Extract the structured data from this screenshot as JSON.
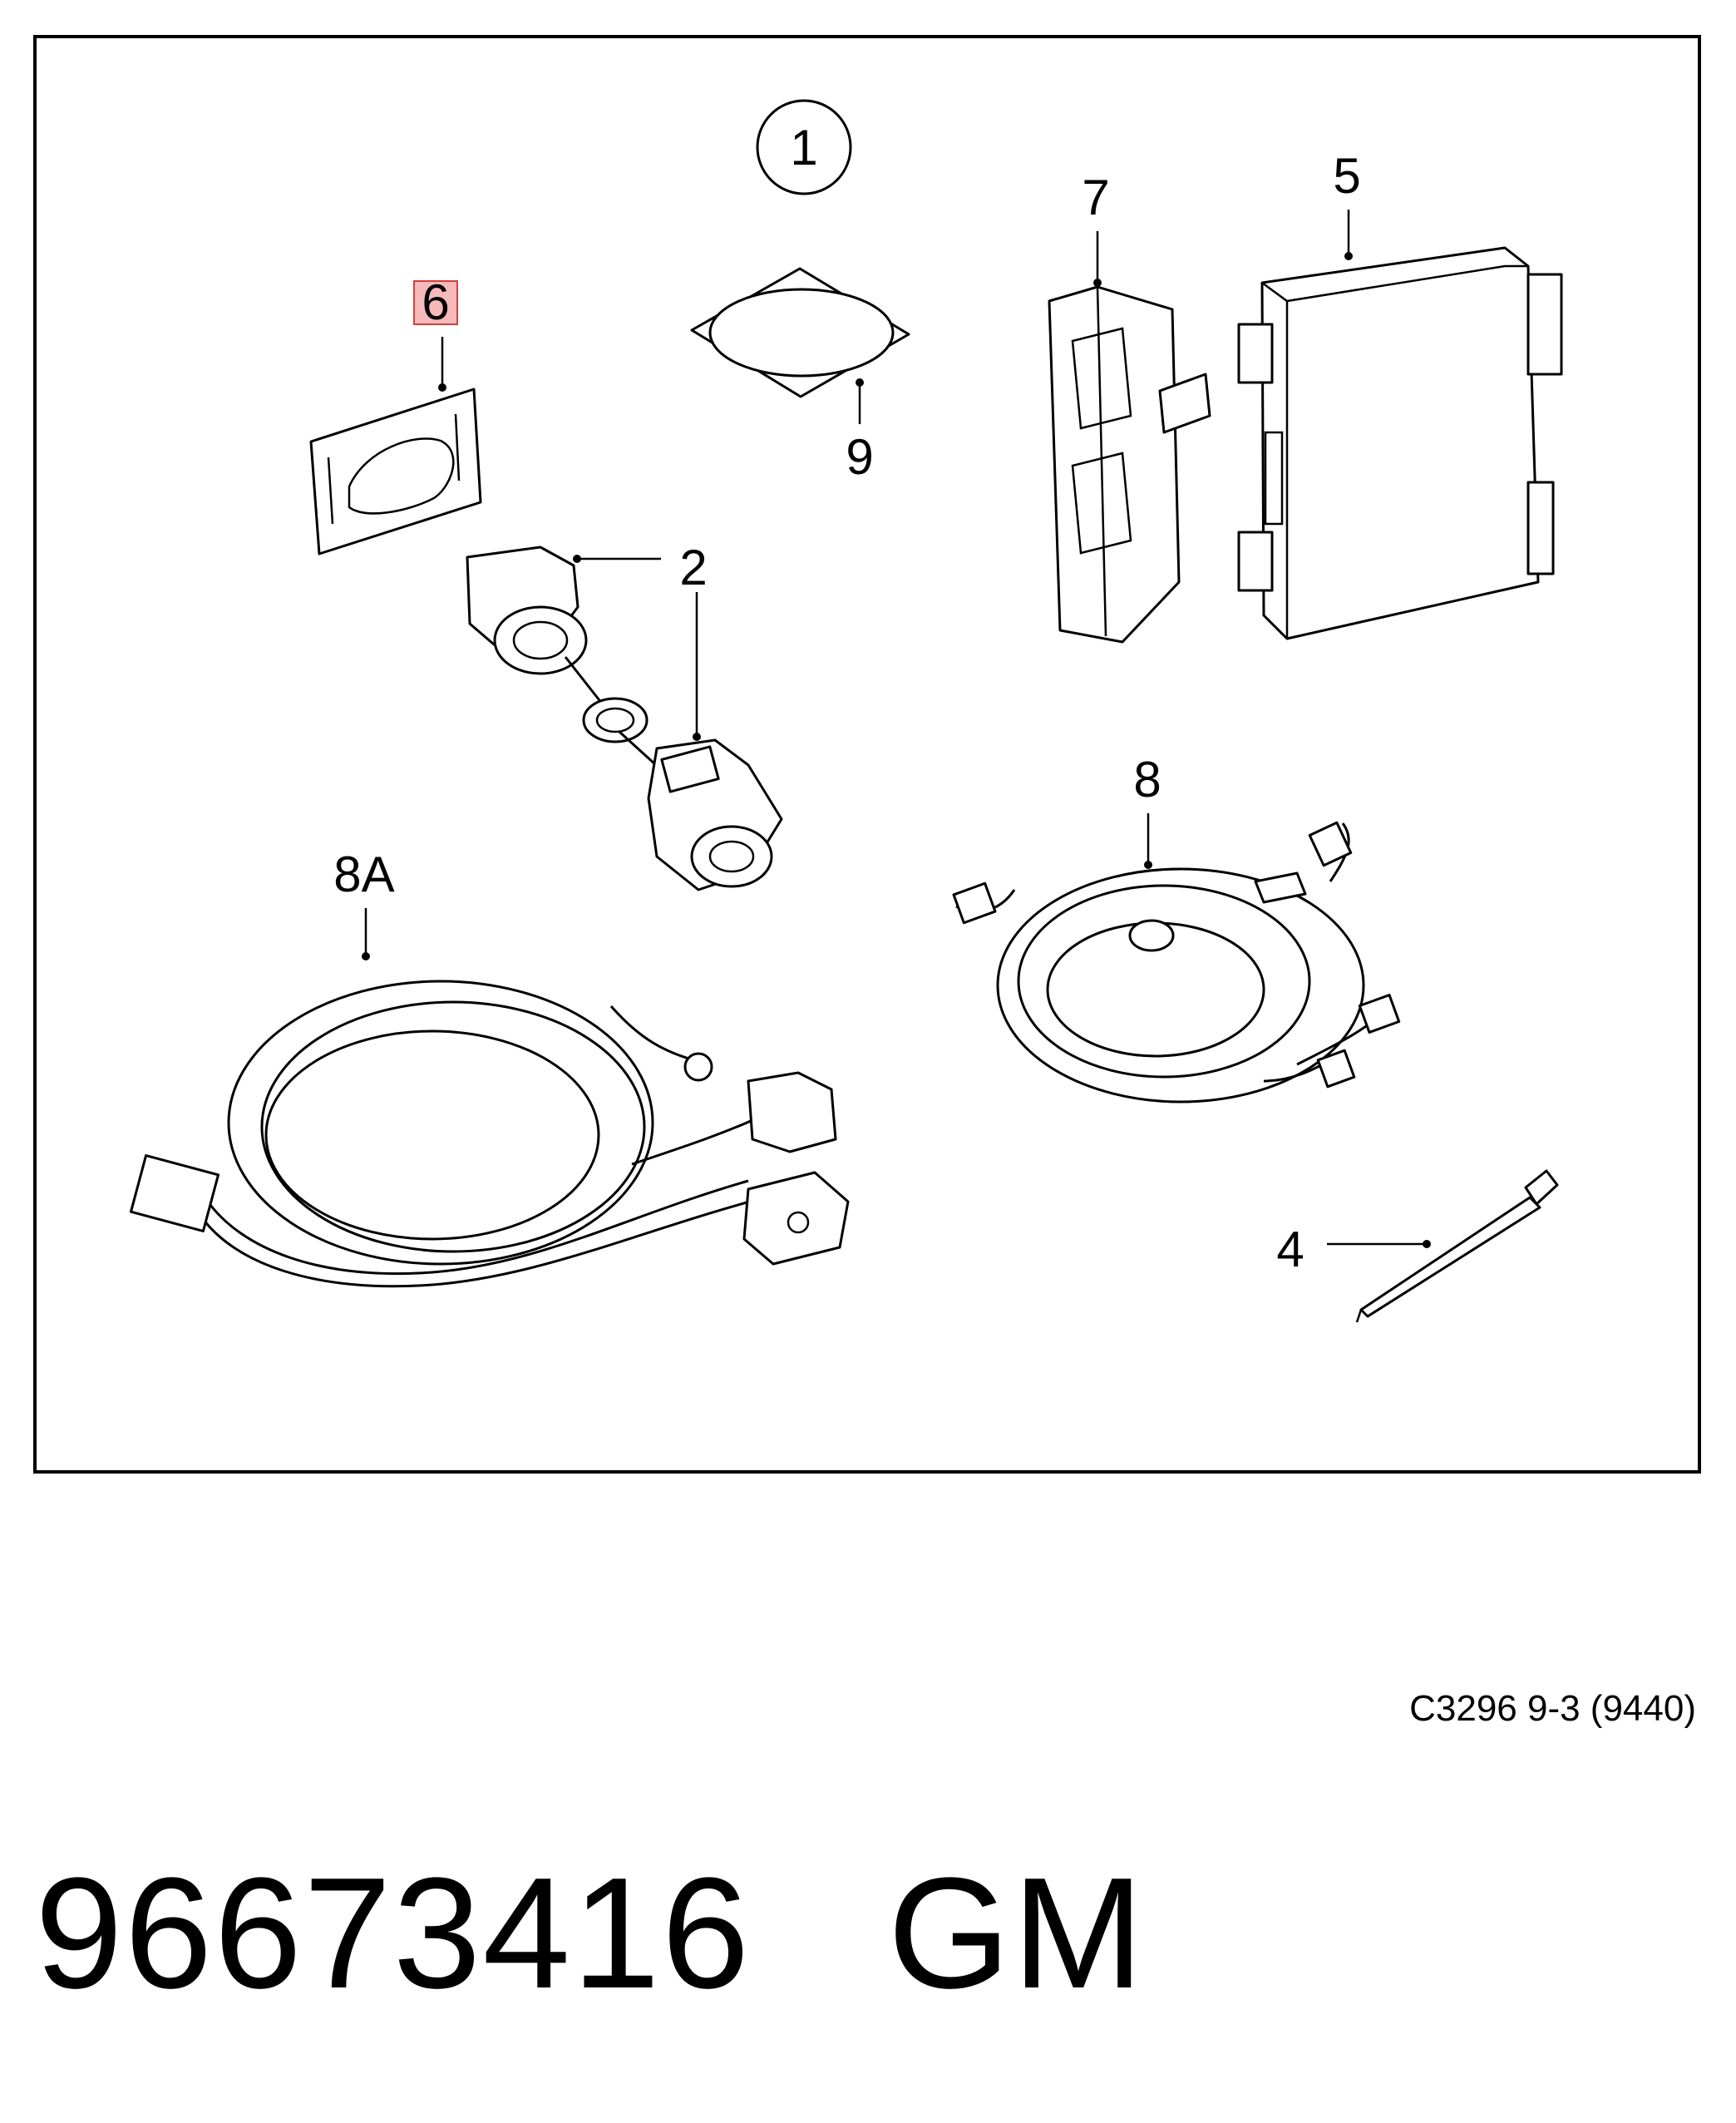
{
  "callouts": {
    "c1": "1",
    "c2": "2",
    "c4": "4",
    "c5": "5",
    "c6": "6",
    "c7": "7",
    "c8": "8",
    "c8a": "8A",
    "c9": "9"
  },
  "highlight_color": "#f08080",
  "footer": {
    "ref_code": "C3296 9-3 (9440)",
    "part_number": "96673416   GM"
  }
}
